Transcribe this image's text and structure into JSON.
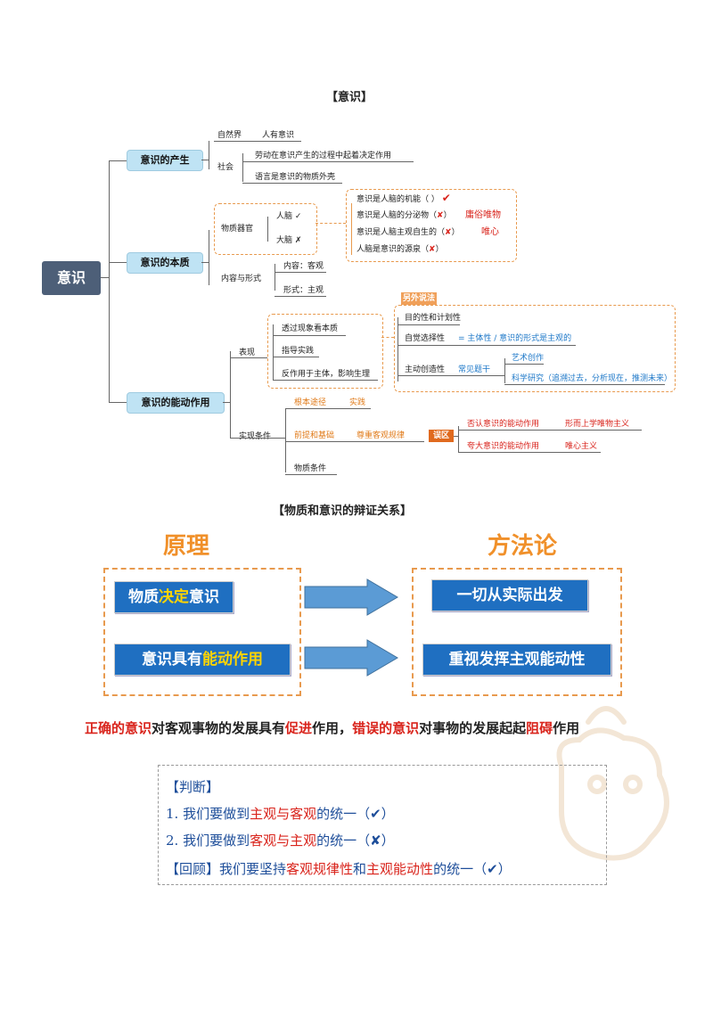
{
  "sec1_title": "【意识】",
  "root": "意识",
  "n_origin": "意识的产生",
  "n_essence": "意识的本质",
  "n_role": "意识的能动作用",
  "origin": {
    "nature": "自然界",
    "nature_v": "人有意识",
    "society": "社会",
    "soc1": "劳动在意识产生的过程中起着决定作用",
    "soc2": "语言是意识的物质外壳"
  },
  "essence": {
    "organ": "物质器官",
    "human": "人脑 ✓",
    "monkey": "大脑 ✗",
    "content_form": "内容与形式",
    "content": "内容：客观",
    "form": "形式：主观",
    "q1": "意识是人脑的机能（  ）",
    "q1_mark": "✔",
    "q2": "意识是人脑的分泌物（",
    "q2_mark": "✘",
    "q2_end": "）",
    "q2_note": "庸俗唯物",
    "q3": "意识是人脑主观自生的（",
    "q3_mark": "✘",
    "q3_end": "）",
    "q3_note": "唯心",
    "q4": "人脑是意识的源泉（",
    "q4_mark": "✘",
    "q4_end": "）"
  },
  "role": {
    "perf": "表现",
    "p1": "透过现象看本质",
    "p2": "指导实践",
    "p3": "反作用于主体，影响生理",
    "other_tag": "另外说法",
    "o1": "目的性和计划性",
    "o2": "自觉选择性",
    "o2_eq": "= 主体性 / 意识的形式是主观的",
    "o3": "主动创造性",
    "o3_sub": "常见题干",
    "o3_a": "艺术创作",
    "o3_b": "科学研究（追溯过去，分析现在，推测未来）",
    "cond": "实现条件",
    "c1": "根本途径",
    "c1_v": "实践",
    "c2": "前提和基础",
    "c2_v": "尊重客观规律",
    "c3": "物质条件",
    "mis_tag": "误区",
    "m1": "否认意识的能动作用",
    "m1_v": "形而上学唯物主义",
    "m2": "夸大意识的能动作用",
    "m2_v": "唯心主义"
  },
  "sec2_title": "【物质和意识的辩证关系】",
  "principle": "原理",
  "method": "方法论",
  "pbox1_a": "物质",
  "pbox1_b": "决定",
  "pbox1_c": "意识",
  "pbox2_a": "意识具有",
  "pbox2_b": "能动作用",
  "mbox1": "一切从实际出发",
  "mbox2": "重视发挥主观能动性",
  "bottom": {
    "a": "正确的意识",
    "b": "对客观事物的发展具有",
    "c": "促进",
    "d": "作用，",
    "e": "错误的意识",
    "f": "对事物的发展起起",
    "g": "阻碍",
    "h": "作用"
  },
  "judge": {
    "title": "【判断】",
    "l1_a": "1. 我们要做到",
    "l1_b": "主观与客观",
    "l1_c": "的统一（✔）",
    "l2_a": "2. 我们要做到",
    "l2_b": "客观与主观",
    "l2_c": "的统一（✘）",
    "l3_a": "【回顾】我们要坚持",
    "l3_b": "客观规律性",
    "l3_c": "和",
    "l3_d": "主观能动性",
    "l3_e": "的统一（✔）"
  }
}
